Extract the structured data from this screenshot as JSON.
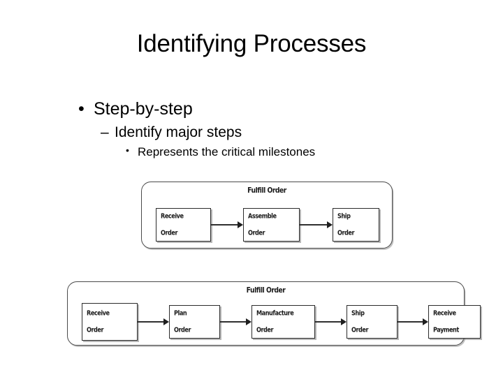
{
  "slide": {
    "title": "Identifying Processes",
    "background_color": "#ffffff",
    "text_color": "#000000"
  },
  "bullets": {
    "level1": {
      "marker": "•",
      "text": "Step-by-step"
    },
    "level2": {
      "marker": "–",
      "text": "Identify major steps"
    },
    "level3": {
      "marker": "•",
      "text": "Represents the critical milestones"
    }
  },
  "diagrams": [
    {
      "name": "fulfill-order-3-step",
      "title": "Fulfill Order",
      "steps": [
        {
          "line1": "Receive",
          "line2": "Order"
        },
        {
          "line1": "Assemble",
          "line2": "Order"
        },
        {
          "line1": "Ship",
          "line2": "Order"
        }
      ]
    },
    {
      "name": "fulfill-order-5-step",
      "title": "Fulfill Order",
      "steps": [
        {
          "line1": "Receive",
          "line2": "Order"
        },
        {
          "line1": "Plan",
          "line2": "Order"
        },
        {
          "line1": "Manufacture",
          "line2": "Order"
        },
        {
          "line1": "Ship",
          "line2": "Order"
        },
        {
          "line1": "Receive",
          "line2": "Payment"
        }
      ]
    }
  ]
}
